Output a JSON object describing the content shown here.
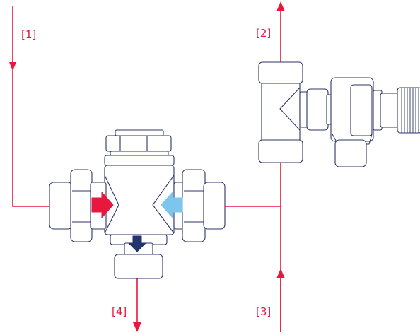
{
  "labels": {
    "port_1": "[1]",
    "port_2": "[2]",
    "port_3": "[3]",
    "port_4": "[4]"
  },
  "colors": {
    "pipe": "#e8173d",
    "outline": "#2d3566",
    "body_fill": "#ffffff",
    "hot_arrow": "#e8173d",
    "cold_arrow": "#7cc6ee",
    "mixed_arrow": "#23356b"
  }
}
